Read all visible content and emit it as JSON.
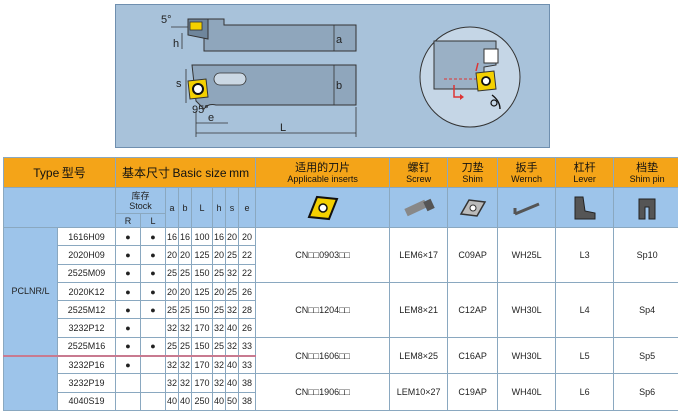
{
  "drawing": {
    "labels": {
      "angle_top": "5°",
      "h": "h",
      "a": "a",
      "s": "s",
      "b": "b",
      "angle_bottom": "95°",
      "e": "e",
      "L": "L"
    }
  },
  "header": {
    "type": "Type",
    "type_cn": "型号",
    "basic_cn": "基本尺寸",
    "basic_en": "Basic size",
    "unit": "mm",
    "inserts_cn": "适用的刀片",
    "inserts_en": "Applicable inserts",
    "screw_cn": "螺钉",
    "screw_en": "Screw",
    "shim_cn": "刀垫",
    "shim_en": "Shim",
    "wrench_cn": "扳手",
    "wrench_en": "Wernch",
    "lever_cn": "杠杆",
    "lever_en": "Lever",
    "shimpin_cn": "档垫",
    "shimpin_en": "Shim pin",
    "stock_cn": "库存",
    "stock_en": "Stock",
    "R": "R",
    "L": "L",
    "cols": [
      "a",
      "b",
      "L",
      "h",
      "s",
      "e"
    ]
  },
  "type_name": "PCLNR/L",
  "rows": [
    {
      "code": "1616H09",
      "R": "●",
      "L": "●",
      "a": "16",
      "b": "16",
      "Lv": "100",
      "h": "16",
      "s": "20",
      "e": "20"
    },
    {
      "code": "2020H09",
      "R": "●",
      "L": "●",
      "a": "20",
      "b": "20",
      "Lv": "125",
      "h": "20",
      "s": "25",
      "e": "22"
    },
    {
      "code": "2525M09",
      "R": "●",
      "L": "●",
      "a": "25",
      "b": "25",
      "Lv": "150",
      "h": "25",
      "s": "32",
      "e": "22"
    },
    {
      "code": "2020K12",
      "R": "●",
      "L": "●",
      "a": "20",
      "b": "20",
      "Lv": "125",
      "h": "20",
      "s": "25",
      "e": "26"
    },
    {
      "code": "2525M12",
      "R": "●",
      "L": "●",
      "a": "25",
      "b": "25",
      "Lv": "150",
      "h": "25",
      "s": "32",
      "e": "28"
    },
    {
      "code": "3232P12",
      "R": "●",
      "L": "",
      "a": "32",
      "b": "32",
      "Lv": "170",
      "h": "32",
      "s": "40",
      "e": "26"
    },
    {
      "code": "2525M16",
      "R": "●",
      "L": "●",
      "a": "25",
      "b": "25",
      "Lv": "150",
      "h": "25",
      "s": "32",
      "e": "33"
    },
    {
      "code": "3232P16",
      "R": "●",
      "L": "",
      "a": "32",
      "b": "32",
      "Lv": "170",
      "h": "32",
      "s": "40",
      "e": "33"
    },
    {
      "code": "3232P19",
      "R": "",
      "L": "",
      "a": "32",
      "b": "32",
      "Lv": "170",
      "h": "32",
      "s": "40",
      "e": "38"
    },
    {
      "code": "4040S19",
      "R": "",
      "L": "",
      "a": "40",
      "b": "40",
      "Lv": "250",
      "h": "40",
      "s": "50",
      "e": "38"
    }
  ],
  "groups": [
    {
      "insert": "CN□□0903□□",
      "screw": "LEM6×17",
      "shim": "C09AP",
      "wrench": "WH25L",
      "lever": "L3",
      "pin": "Sp10"
    },
    {
      "insert": "CN□□1204□□",
      "screw": "LEM8×21",
      "shim": "C12AP",
      "wrench": "WH30L",
      "lever": "L4",
      "pin": "Sp4"
    },
    {
      "insert": "CN□□1606□□",
      "screw": "LEM8×25",
      "shim": "C16AP",
      "wrench": "WH30L",
      "lever": "L5",
      "pin": "Sp5"
    },
    {
      "insert": "CN□□1906□□",
      "screw": "LEM10×27",
      "shim": "C19AP",
      "wrench": "WH40L",
      "lever": "L6",
      "pin": "Sp6"
    }
  ],
  "colors": {
    "header_orange": "#f4a418",
    "header_blue": "#9dc4ea",
    "drawing_bg": "#a8c2da"
  }
}
